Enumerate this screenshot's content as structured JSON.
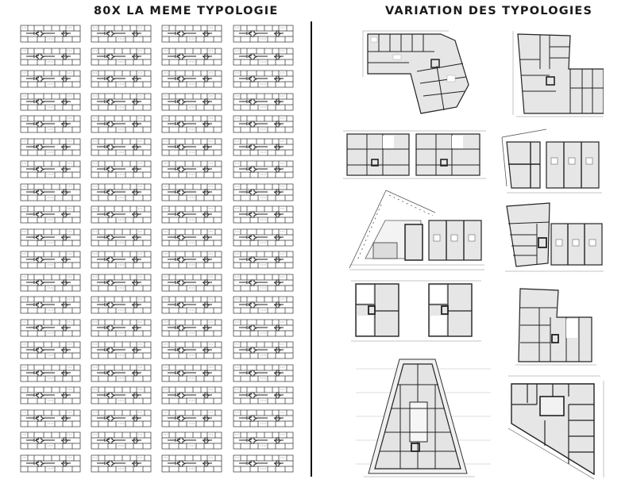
{
  "left_panel": {
    "title": "80X LA MEME TYPOLOGIE",
    "tile_count": 80,
    "columns": 4,
    "rows": 20,
    "tile_label": "identical floor plan typology"
  },
  "right_panel": {
    "title": "VARIATION DES TYPOLOGIES",
    "plans": [
      {
        "id": "plan-1",
        "shape": "L-shaped angled block"
      },
      {
        "id": "plan-2",
        "shape": "stepped L block"
      },
      {
        "id": "plan-3",
        "shape": "twin rectangular blocks"
      },
      {
        "id": "plan-4",
        "shape": "angled block with row units"
      },
      {
        "id": "plan-5",
        "shape": "triangular courtyard with row units"
      },
      {
        "id": "plan-6",
        "shape": "angled block with row units (variant)"
      },
      {
        "id": "plan-7",
        "shape": "twin narrow rectangular blocks"
      },
      {
        "id": "plan-8",
        "shape": "stepped block with row units"
      },
      {
        "id": "plan-9",
        "shape": "trapezoid tower"
      },
      {
        "id": "plan-10",
        "shape": "triangular cut block"
      }
    ]
  },
  "colors": {
    "ink": "#111111",
    "line": "#333333",
    "fill": "#e4e4e4",
    "background": "#ffffff"
  }
}
